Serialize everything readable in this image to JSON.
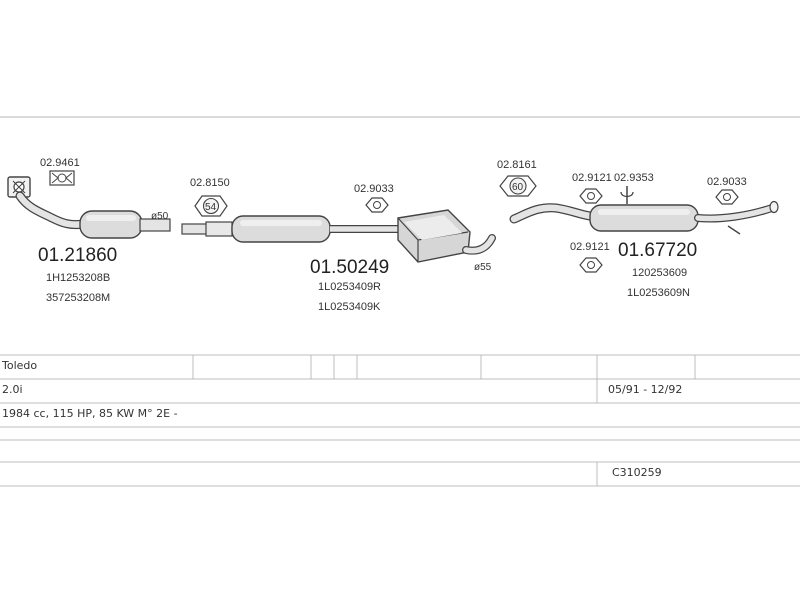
{
  "diagram": {
    "groups": [
      {
        "id": "front",
        "main_part": "01.21860",
        "oe_numbers": [
          "1H1253208B",
          "357253208M"
        ],
        "accessories": [
          "02.9461"
        ],
        "diameter": "ø50"
      },
      {
        "id": "middle",
        "main_part": "01.50249",
        "oe_numbers": [
          "1L0253409R",
          "1L0253409K"
        ],
        "accessories": [
          "02.8150",
          "02.9033"
        ],
        "gasket_badge": "54",
        "diameter": "ø55"
      },
      {
        "id": "rear",
        "main_part": "01.67720",
        "oe_numbers": [
          "120253609",
          "1L0253609N"
        ],
        "accessories": [
          "02.8161",
          "02.9121",
          "02.9353",
          "02.9033",
          "02.9121"
        ],
        "gasket_badge": "60"
      }
    ]
  },
  "vehicle_table": {
    "model": "Toledo",
    "engine": "2.0i",
    "years": "05/91 - 12/92",
    "specs": "1984 cc, 115 HP, 85 KW  M° 2E -",
    "catalog_code": "C310259"
  }
}
